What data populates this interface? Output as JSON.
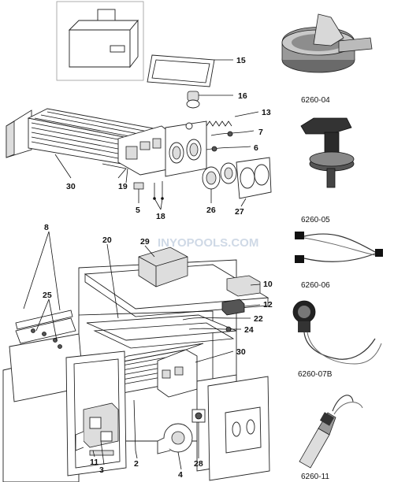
{
  "callouts": [
    "15",
    "16",
    "13",
    "7",
    "6",
    "30",
    "19",
    "5",
    "18",
    "26",
    "27",
    "8",
    "25",
    "20",
    "29",
    "10",
    "12",
    "22",
    "24",
    "30",
    "2",
    "11",
    "3",
    "4",
    "28"
  ],
  "parts": [
    "6260-04",
    "6260-05",
    "6260-06",
    "6260-07B",
    "6260-11"
  ],
  "watermark": "INYOPOOLS.COM"
}
